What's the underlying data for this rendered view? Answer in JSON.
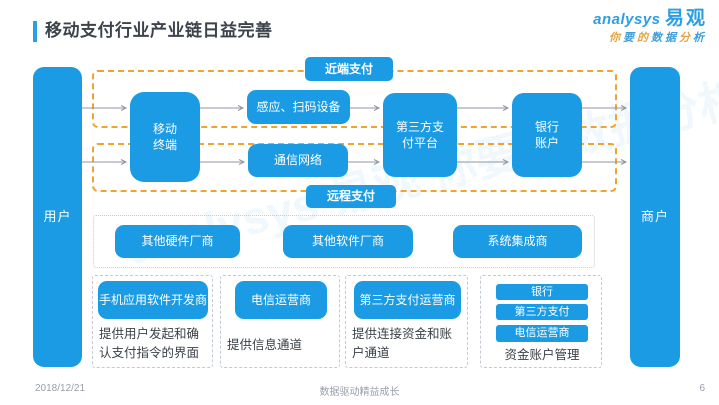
{
  "header": {
    "title": "移动支付行业产业链日益完善",
    "logo": {
      "brand_en": "analysys",
      "brand_cn": "易观",
      "tagline_chars": [
        "你",
        "要",
        "的",
        "数",
        "据",
        "分",
        "析"
      ]
    }
  },
  "watermark": "analysys 易观 你要的数据分析",
  "flow": {
    "user": "用户",
    "merchant": "商户",
    "near_label": "近端支付",
    "remote_label": "远程支付",
    "mobile_terminal": "移动终端",
    "sensor_device": "感应、扫码设备",
    "comm_network": "通信网络",
    "third_party_platform": "第三方支付平台",
    "bank_account": "银行账户"
  },
  "vendors_row": [
    "其他硬件厂商",
    "其他软件厂商",
    "系统集成商"
  ],
  "provider_cells": [
    {
      "label": "手机应用软件开发商",
      "desc": "提供用户发起和确认支付指令的界面"
    },
    {
      "label": "电信运营商",
      "desc": "提供信息通道"
    },
    {
      "label": "第三方支付运营商",
      "desc": "提供连接资金和账户通道"
    }
  ],
  "account_cell": {
    "labels": [
      "银行",
      "第三方支付",
      "电信运营商"
    ],
    "desc": "资金账户管理"
  },
  "footer": {
    "date": "2018/12/21",
    "slogan": "数据驱动精益成长",
    "page": "6"
  },
  "colors": {
    "box_blue": "#1a9be4",
    "dash_orange": "#f0a32f",
    "logo_blue": "#2b9fe3",
    "logo_gold": "#dfa547",
    "title_gray": "#3d434d"
  }
}
